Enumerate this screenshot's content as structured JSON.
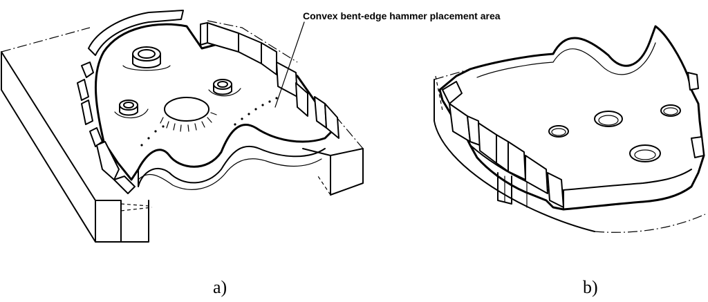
{
  "figure": {
    "callout": "Convex bent-edge hammer placement area",
    "label_a": "a)",
    "label_b": "b)"
  },
  "colors": {
    "ink": "#000000",
    "background": "#ffffff"
  }
}
